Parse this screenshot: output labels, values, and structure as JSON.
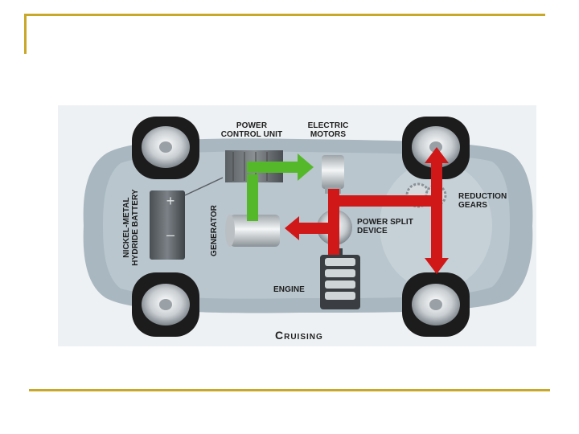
{
  "diagram": {
    "labels": {
      "power_control_unit": "POWER\nCONTROL UNIT",
      "electric_motors": "ELECTRIC\nMOTORS",
      "reduction_gears": "REDUCTION\nGEARS",
      "power_split_device": "POWER SPLIT\nDEVICE",
      "engine": "ENGINE",
      "generator": "GENERATOR",
      "battery": "NICKEL-METAL\nHYDRIDE BATTERY",
      "battery_plus": "+",
      "battery_minus": "–"
    },
    "caption": "Cruising",
    "colors": {
      "accent_rule": "#c8a828",
      "flow_electric": "#55b82a",
      "flow_mechanical": "#d01818",
      "car_body": "#a9b7c0"
    }
  }
}
